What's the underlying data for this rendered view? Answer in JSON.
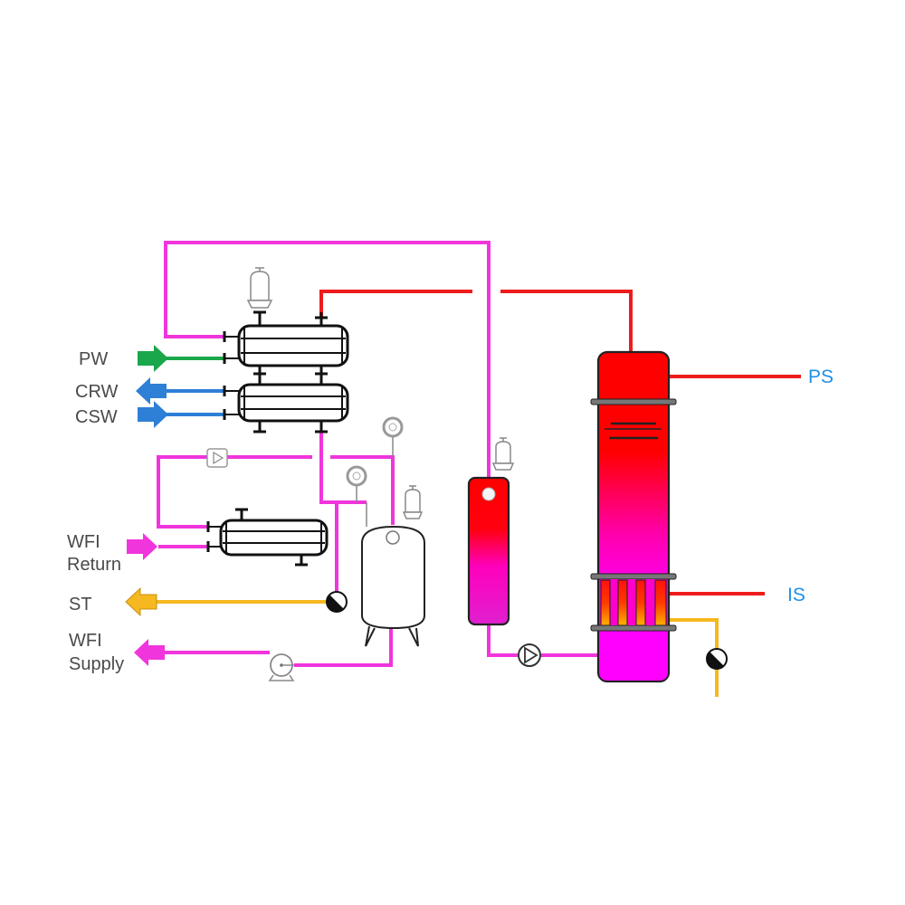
{
  "diagram": {
    "title": "WFI distillation and distribution system",
    "colors": {
      "wfi": "#f035dc",
      "steam": "#ee1c1c",
      "pw": "#1aa64a",
      "cooling": "#2e7fd6",
      "condensate": "#f5b820",
      "label": "#4a4a4a",
      "utility_label": "#1e8fe8"
    },
    "labels": {
      "pw": "PW",
      "crw": "CRW",
      "csw": "CSW",
      "wfi_return_1": "WFI",
      "wfi_return_2": "Return",
      "st": "ST",
      "wfi_supply_1": "WFI",
      "wfi_supply_2": "Supply",
      "ps": "PS",
      "is": "IS"
    },
    "streams": [
      {
        "id": "pw",
        "label": "PW",
        "direction": "in",
        "icon": "arrow-right-icon"
      },
      {
        "id": "crw",
        "label": "CRW",
        "direction": "out",
        "icon": "arrow-left-icon"
      },
      {
        "id": "csw",
        "label": "CSW",
        "direction": "in",
        "icon": "arrow-right-icon"
      },
      {
        "id": "wfi-return",
        "label": "WFI Return",
        "direction": "in",
        "icon": "arrow-right-icon"
      },
      {
        "id": "st",
        "label": "ST",
        "direction": "out",
        "icon": "arrow-left-icon"
      },
      {
        "id": "wfi-supply",
        "label": "WFI Supply",
        "direction": "out",
        "icon": "arrow-left-icon"
      },
      {
        "id": "ps",
        "label": "PS",
        "direction": "in"
      },
      {
        "id": "is",
        "label": "IS",
        "direction": "in"
      }
    ],
    "equipment": [
      "condenser-heat-exchanger",
      "cooler-heat-exchanger",
      "return-heat-exchanger",
      "storage-tank",
      "vent-filter",
      "feed-vessel",
      "distillation-column",
      "circulation-pump",
      "feed-pump",
      "steam-trap",
      "instrument-gauge",
      "control-valve"
    ]
  }
}
